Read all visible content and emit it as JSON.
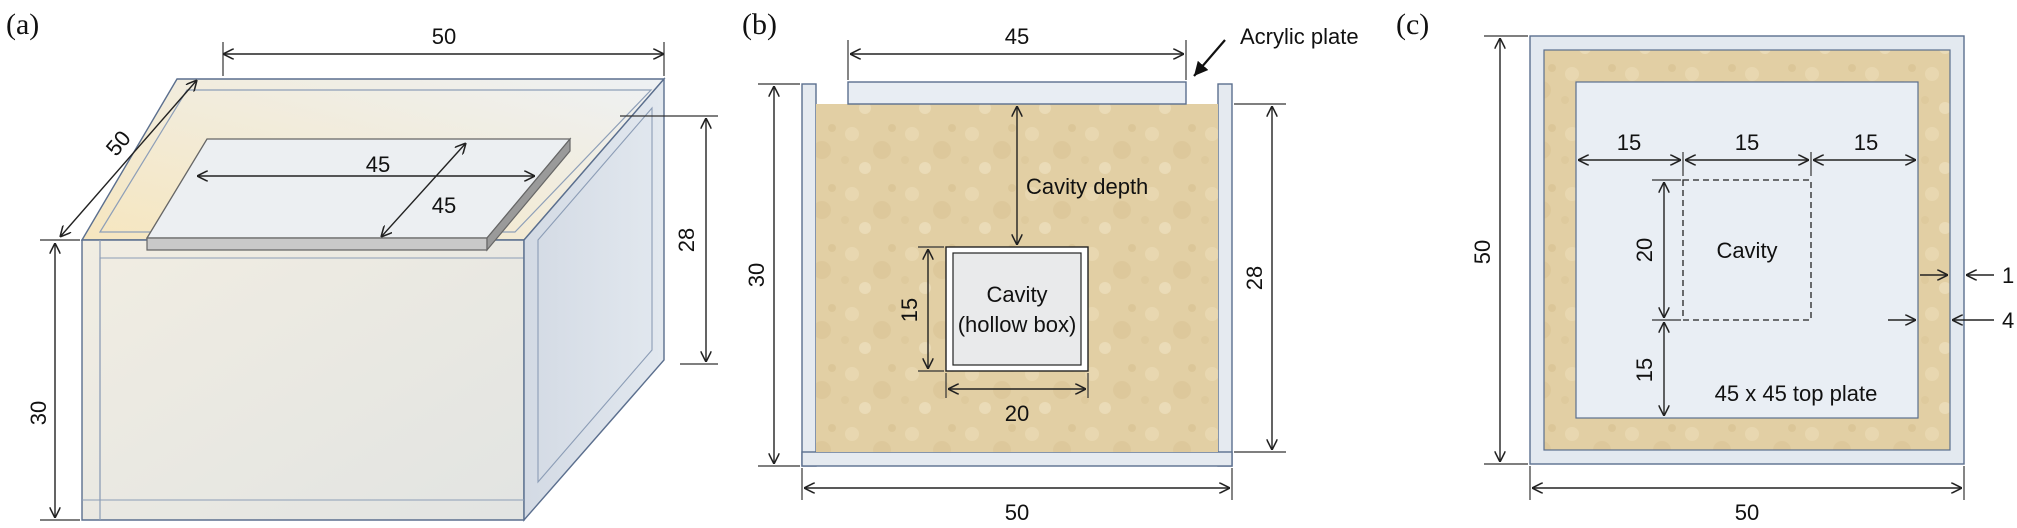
{
  "figure": {
    "panels": [
      {
        "label": "(a)",
        "dims": {
          "top_width": "50",
          "depth": "50",
          "height": "30",
          "inner_height": "28",
          "plate_width": "45",
          "plate_depth": "45"
        }
      },
      {
        "label": "(b)",
        "labels": {
          "plate_callout": "Acrylic plate",
          "cavity_depth": "Cavity depth",
          "cavity_line1": "Cavity",
          "cavity_line2": "(hollow box)"
        },
        "dims": {
          "plate_width": "45",
          "height": "30",
          "inner_height": "28",
          "cavity_height": "15",
          "cavity_width": "20",
          "width": "50"
        }
      },
      {
        "label": "(c)",
        "labels": {
          "cavity": "Cavity",
          "top_plate": "45 x 45 top plate"
        },
        "dims": {
          "seg1": "15",
          "seg2": "15",
          "seg3": "15",
          "height": "50",
          "cavity_height": "20",
          "bottom_gap": "15",
          "wall1": "1",
          "wall4": "4",
          "width": "50"
        }
      }
    ]
  },
  "colors": {
    "soil": "#e3d0a6",
    "soil_light": "#f1e4c4",
    "acrylic_wall": "#d5dfe9",
    "acrylic_edge": "#5b6f8e",
    "plate": "#e8edf3",
    "cavity_fill": "#f4f6f8",
    "top_plate_fill": "#e9eef4"
  }
}
